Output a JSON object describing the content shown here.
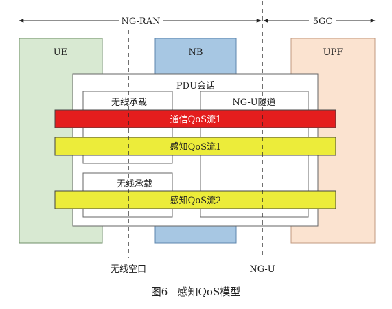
{
  "regions": {
    "ng_ran": "NG-RAN",
    "fivegc": "5GC"
  },
  "columns": {
    "ue": "UE",
    "nb": "NB",
    "upf": "UPF"
  },
  "pdu_session": "PDU会话",
  "bearers": {
    "radio_bearer_1": "无线承载",
    "ngu_tunnel": "NG-U隧道",
    "radio_bearer_2": "无线承载"
  },
  "flows": {
    "comm_flow_1": "通信QoS流1",
    "sense_flow_1": "感知QoS流1",
    "sense_flow_2": "感知QoS流2"
  },
  "interfaces": {
    "air": "无线空口",
    "ngu": "NG-U"
  },
  "caption": "图6   感知QoS模型",
  "colors": {
    "ue_fill": "#d8e9d2",
    "nb_fill": "#a7c7e3",
    "upf_fill": "#fbe3d0",
    "comm_flow": "#e41d1d",
    "sense_flow": "#ecec3a"
  }
}
